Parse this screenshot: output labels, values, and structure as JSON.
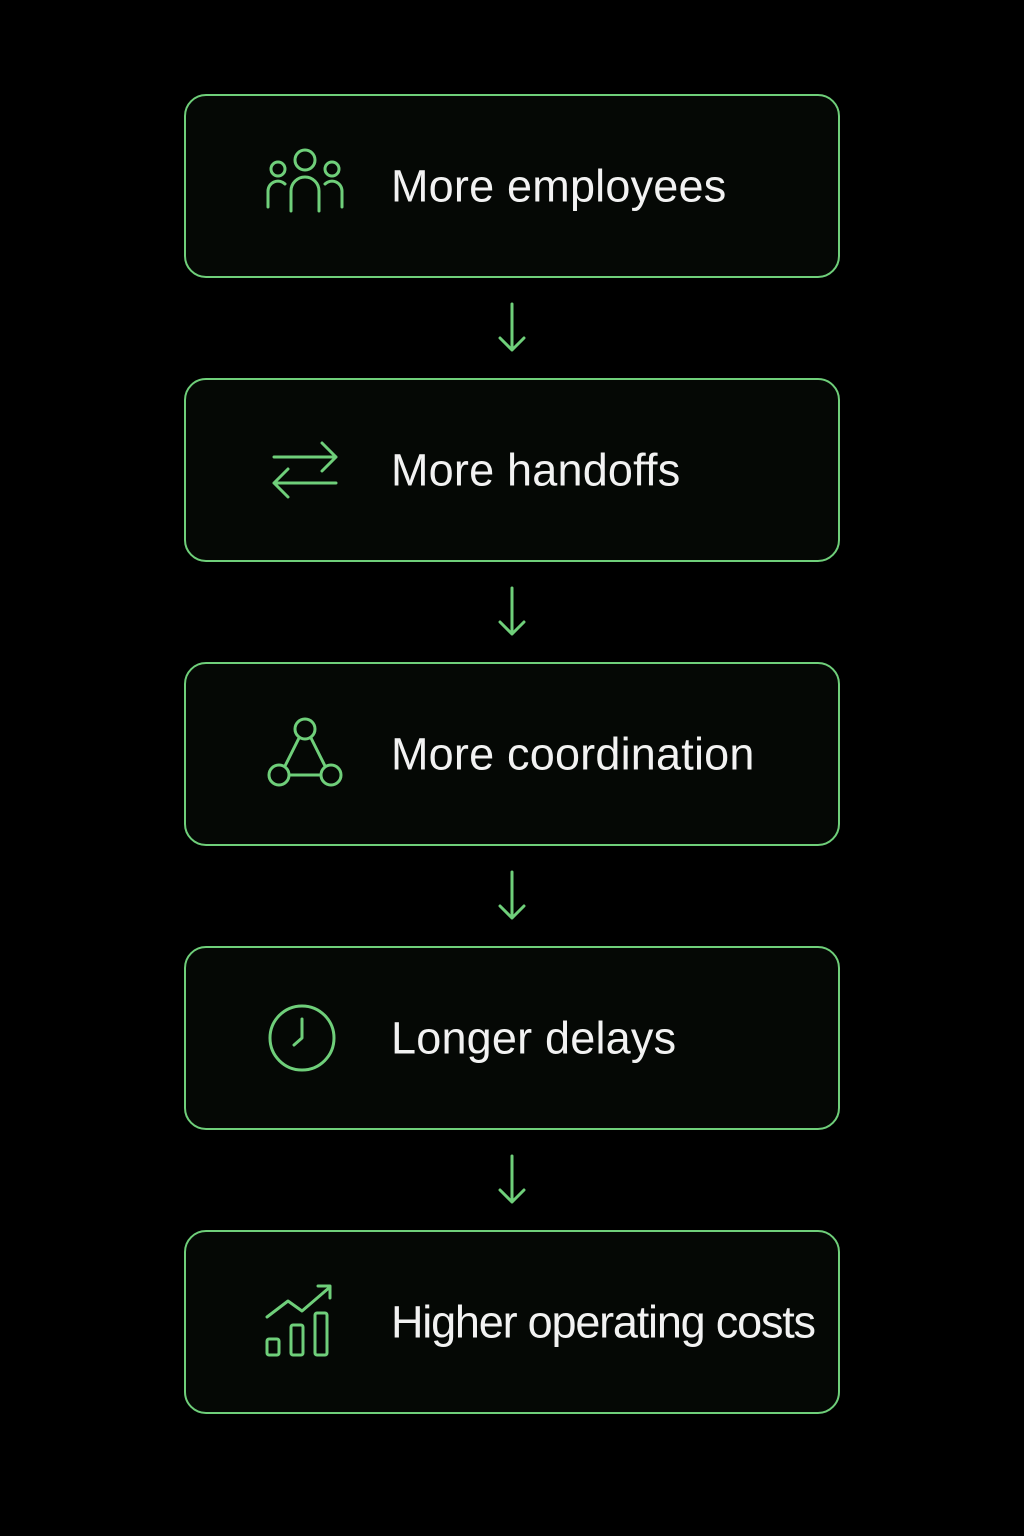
{
  "steps": [
    {
      "label": "More employees",
      "icon": "people-group-icon"
    },
    {
      "label": "More handoffs",
      "icon": "swap-arrows-icon"
    },
    {
      "label": "More coordination",
      "icon": "network-nodes-icon"
    },
    {
      "label": "Longer delays",
      "icon": "clock-icon"
    },
    {
      "label": "Higher operating costs",
      "icon": "rising-bar-chart-icon"
    }
  ],
  "colors": {
    "background": "#000000",
    "accent": "#6fcf7a",
    "text": "#f2f2f2"
  }
}
